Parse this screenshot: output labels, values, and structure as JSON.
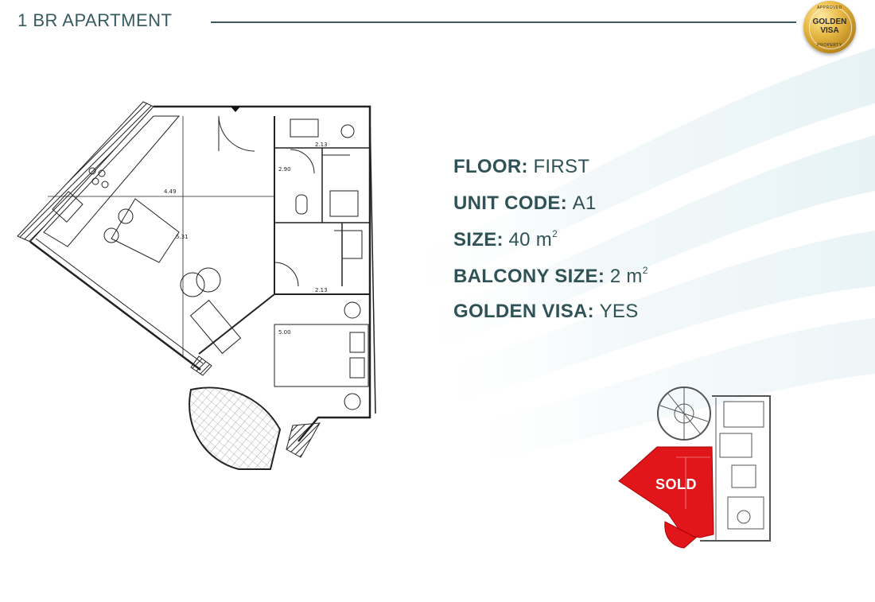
{
  "header": {
    "title": "1 BR APARTMENT"
  },
  "badge": {
    "top_text": "APPROVED",
    "line1": "GOLDEN",
    "line2": "VISA",
    "bottom_text": "PROPERTY"
  },
  "specs": {
    "floor_label": "FLOOR:",
    "floor_value": "FIRST",
    "unit_label": "UNIT CODE:",
    "unit_value": "A1",
    "size_label": "SIZE:",
    "size_value": "40 m",
    "size_sup": "2",
    "balcony_label": "BALCONY SIZE:",
    "balcony_value": "2 m",
    "balcony_sup": "2",
    "visa_label": "GOLDEN VISA:",
    "visa_value": "YES"
  },
  "floorplan": {
    "dims": [
      "4.49",
      "5.31",
      "2.13",
      "2.90",
      "2.13",
      "5.00"
    ]
  },
  "keyplan": {
    "status_label": "SOLD",
    "sold_color": "#e0161b"
  }
}
